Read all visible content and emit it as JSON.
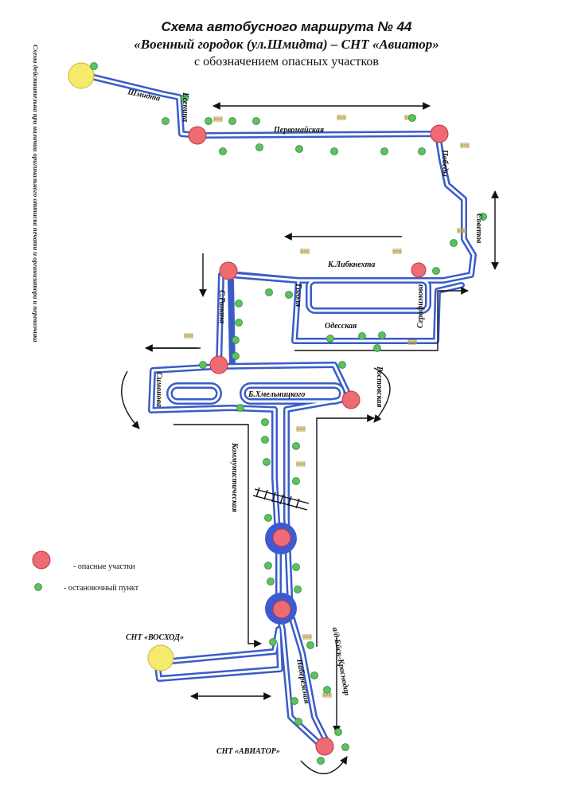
{
  "title": {
    "line1": "Схема автобусного маршрута № 44",
    "line2": "«Военный городок (ул.Шмидта) – СНТ «Авиатор»",
    "line3": "с обозначением опасных участков"
  },
  "side_note": "Схема действительна при наличии оригинального оттиска печати и организатора и перевозчика",
  "streets": {
    "shmidta": "Шмидта",
    "yesenina": "Есенина",
    "pervomayskaya": "Первомайская",
    "pobedy": "Победы",
    "sovetov": "Советов",
    "liebknecht": "К.Либкнехта",
    "gogolya": "Гоголя",
    "serafimova": "Серафимова",
    "odesskaya": "Одесская",
    "romana": "С.Романа",
    "simonova": "Симонова",
    "khmelnitskogo": "Б.Хмельницкого",
    "rostovskaya": "Ростовская",
    "kommunisticheskaya": "Коммунистическая",
    "naberezhnaya": "Набережная",
    "road_ad": "а/д Ейск-Краснодар"
  },
  "places": {
    "voskhod": "СНТ «ВОСХОД»",
    "aviator": "СНТ «АВИАТОР»"
  },
  "legend": {
    "danger_label": "- опасные участки",
    "stop_label": "- остановочный пункт"
  },
  "colors": {
    "route": "#3a5cc8",
    "route_inner": "#ffffff",
    "danger": "#ef6b73",
    "stop": "#5cc160",
    "terminal": "#f6ea6c",
    "roundabout": "#3f59d0"
  }
}
